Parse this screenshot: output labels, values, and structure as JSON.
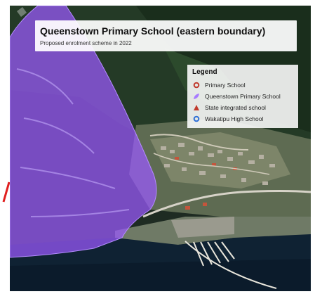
{
  "map": {
    "title": "Queenstown Primary School (eastern boundary)",
    "subtitle": "Proposed enrolment scheme in 2022",
    "zone_color": "#9b59ff",
    "legend": {
      "title": "Legend",
      "items": [
        {
          "label": "Primary School",
          "symbol": "circle-outline-icon",
          "color": "#c0392b"
        },
        {
          "label": "Queenstown Primary School",
          "symbol": "zone-swatch-icon",
          "color": "#a77bff"
        },
        {
          "label": "State integrated school",
          "symbol": "triangle-icon",
          "color": "#c0392b"
        },
        {
          "label": "Wakatipu High School",
          "symbol": "circle-outline-icon",
          "color": "#2e6fd6"
        }
      ]
    }
  }
}
